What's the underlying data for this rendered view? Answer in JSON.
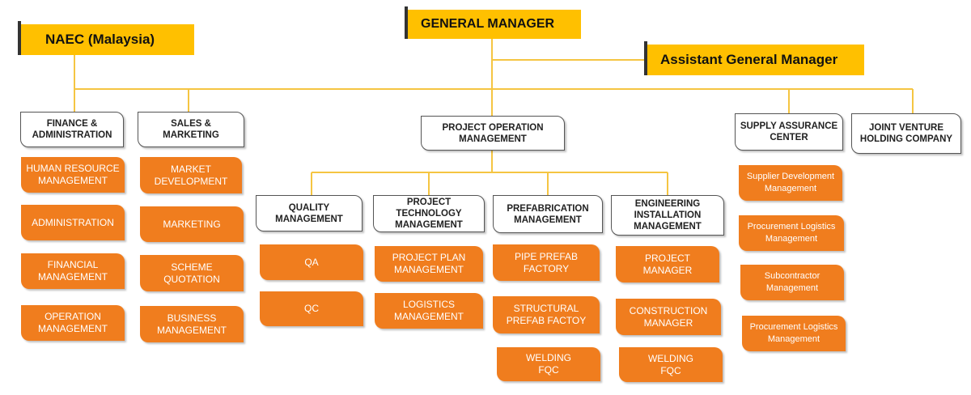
{
  "top": {
    "general_manager": "GENERAL MANAGER",
    "assistant_general_manager": "Assistant General Manager",
    "naec": "NAEC (Malaysia)"
  },
  "finance": {
    "title": "FINANCE &\nADMINISTRATION",
    "items": [
      "HUMAN RESOURCE\nMANAGEMENT",
      "ADMINISTRATION",
      "FINANCIAL\nMANAGEMENT",
      "OPERATION\nMANAGEMENT"
    ]
  },
  "sales": {
    "title": "SALES &\nMARKETING",
    "items": [
      "MARKET\nDEVELOPMENT",
      "MARKETING",
      "SCHEME\nQUOTATION",
      "BUSINESS\nMANAGEMENT"
    ]
  },
  "project_operation": {
    "title": "PROJECT OPERATION\nMANAGEMENT",
    "quality": {
      "title": "QUALITY\nMANAGEMENT",
      "items": [
        "QA",
        "QC"
      ]
    },
    "technology": {
      "title": "PROJECT\nTECHNOLOGY\nMANAGEMENT",
      "items": [
        "PROJECT PLAN\nMANAGEMENT",
        "LOGISTICS\nMANAGEMENT"
      ]
    },
    "prefabrication": {
      "title": "PREFABRICATION\nMANAGEMENT",
      "items": [
        "PIPE PREFAB\nFACTORY",
        "STRUCTURAL\nPREFAB FACTOY",
        "WELDING\nFQC"
      ]
    },
    "engineering": {
      "title": "ENGINEERING\nINSTALLATION\nMANAGEMENT",
      "items": [
        "PROJECT\nMANAGER",
        "CONSTRUCTION\nMANAGER",
        "WELDING\nFQC"
      ]
    }
  },
  "supply": {
    "title": "SUPPLY ASSURANCE\nCENTER",
    "items": [
      "Supplier Development\nManagement",
      "Procurement Logistics\nManagement",
      "Subcontractor\nManagement",
      "Procurement Logistics\nManagement"
    ]
  },
  "joint_venture": {
    "title": "JOINT VENTURE\nHOLDING COMPANY"
  },
  "colors": {
    "header_yellow": "#FFC000",
    "unit_orange": "#F07D1E",
    "connector": "#F5C542",
    "box_border": "#555555"
  }
}
